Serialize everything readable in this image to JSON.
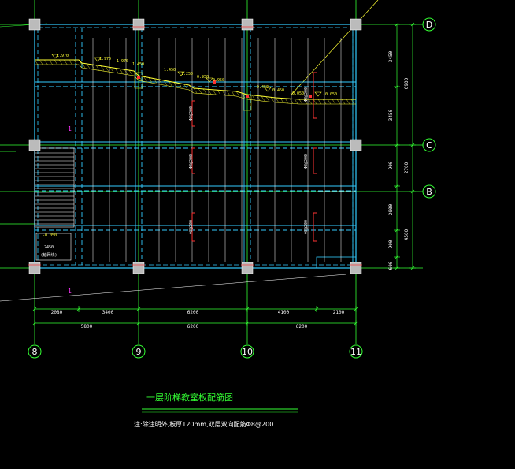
{
  "drawing": {
    "title": "一层阶梯教室板配筋图",
    "note": "注:除注明外,板厚120mm,双层双向配筋Φ8@200"
  },
  "axes": {
    "columns": [
      "8",
      "9",
      "10",
      "11"
    ],
    "rows": [
      "D",
      "C",
      "B"
    ]
  },
  "dims": {
    "bottom_inner": [
      "2080",
      "3400",
      "6200",
      "4100",
      "2100"
    ],
    "bottom_outer": [
      "5800",
      "6200",
      "6200"
    ],
    "right_inner": [
      "3450",
      "3450",
      "900",
      "2000",
      "900",
      "600"
    ],
    "right_outer": [
      "6900",
      "2700",
      "4500"
    ]
  },
  "elevations": [
    "1.970",
    "1.970",
    "1.970",
    "1.450",
    "1.450",
    "1.250",
    "0.950",
    "0.950",
    "0.450",
    "0.450",
    "-0.050",
    "-0.050"
  ],
  "stair": {
    "elevation": "-0.050",
    "label": "2450",
    "sub": "(轴网线)",
    "section_mark": "1"
  },
  "rebar_labels": [
    "Φ8@200",
    "Φ8@200",
    "Φ8@200",
    "Φ8@200",
    "Φ8@200",
    "Φ8@200"
  ],
  "colors": {
    "grid": "#33ff33",
    "beam": "#33ccff",
    "slab": "#ffffff",
    "column": "#bbbbbb",
    "elevation": "#ffff33",
    "rebar": "#ff3333",
    "background": "#000000"
  }
}
